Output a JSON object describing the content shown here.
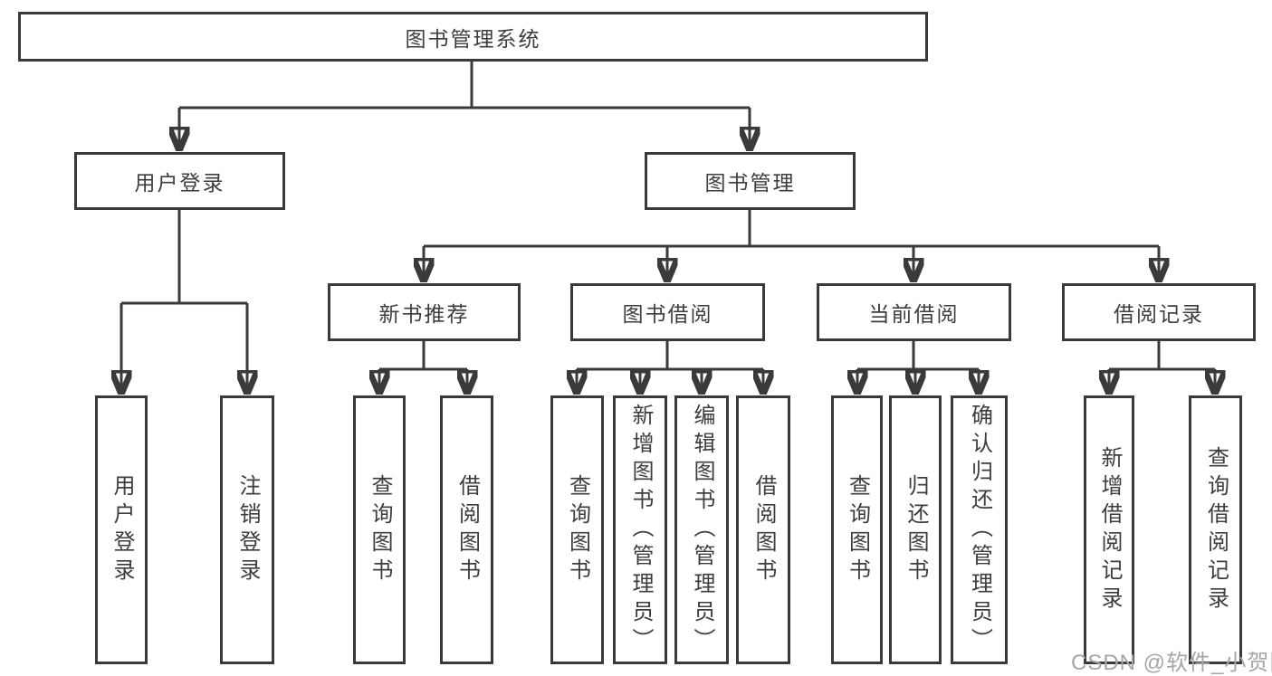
{
  "tree": {
    "root": {
      "label": "图书管理系统"
    },
    "branches": [
      {
        "label": "用户登录",
        "children": [
          {
            "label": "用户登录"
          },
          {
            "label": "注销登录"
          }
        ]
      },
      {
        "label": "图书管理",
        "children": [
          {
            "label": "新书推荐",
            "children": [
              {
                "label": "查询图书"
              },
              {
                "label": "借阅图书"
              }
            ]
          },
          {
            "label": "图书借阅",
            "children": [
              {
                "label": "查询图书"
              },
              {
                "label": "新增图书（管理员）"
              },
              {
                "label": "编辑图书（管理员）"
              },
              {
                "label": "借阅图书"
              }
            ]
          },
          {
            "label": "当前借阅",
            "children": [
              {
                "label": "查询图书"
              },
              {
                "label": "归还图书"
              },
              {
                "label": "确认归还（管理员）"
              }
            ]
          },
          {
            "label": "借阅记录",
            "children": [
              {
                "label": "新增借阅记录"
              },
              {
                "label": "查询借阅记录"
              }
            ]
          }
        ]
      }
    ]
  },
  "watermark": {
    "text": "CSDN @软件_小贺同学"
  },
  "colors": {
    "line": "#3a3a3a",
    "text": "#3d3d3d",
    "box_background": "#ffffff",
    "watermark": "#a6a6a6"
  }
}
